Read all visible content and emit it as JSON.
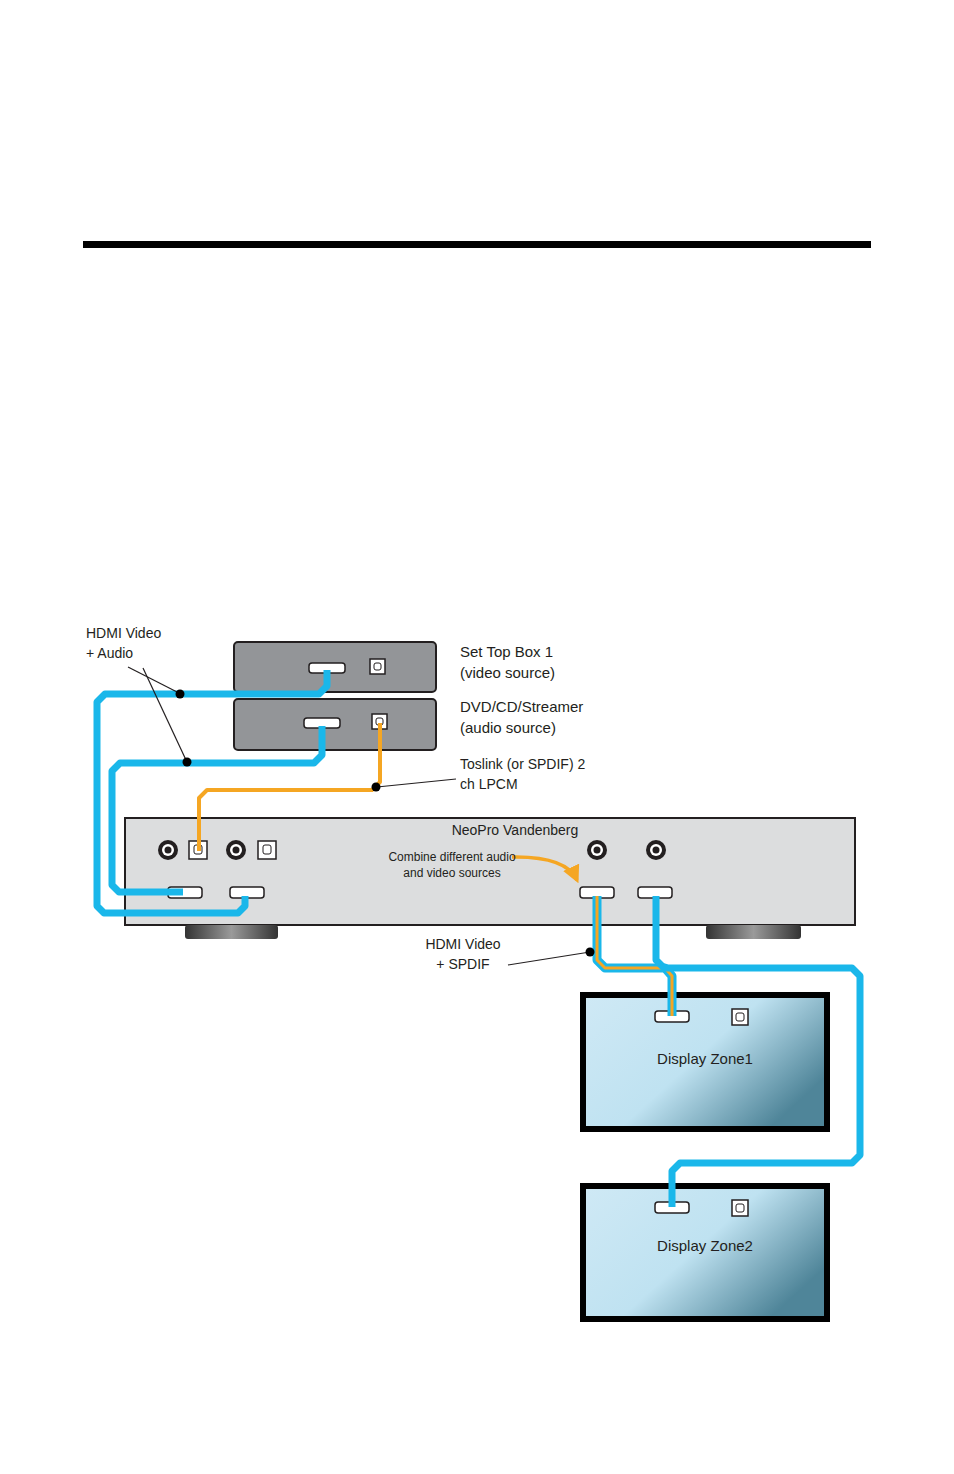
{
  "diagram": {
    "nodes": [
      {
        "text": [
          "Set Top Box 1 (video source)"
        ]
      },
      {
        "text": [
          "DVD/CD/Streamer (audio source)"
        ]
      },
      {
        "text": [
          "NeoPro Vandenberg",
          "Combine different audio and video sources"
        ]
      },
      {
        "text": [
          "Display Zone1"
        ]
      },
      {
        "text": [
          "Display Zone2"
        ]
      }
    ],
    "edges": [
      {
        "from": 0,
        "to": 2,
        "arrow": "none"
      },
      {
        "from": 1,
        "to": 2,
        "arrow": "none"
      },
      {
        "from": 1,
        "to": 2,
        "label": "Toslink (or SPDIF) 2 ch LPCM",
        "arrow": "none"
      },
      {
        "from": 2,
        "to": 3,
        "label": "HDMI Video + SPDIF",
        "arrow": "none"
      },
      {
        "from": 2,
        "to": 4,
        "arrow": "none"
      }
    ],
    "labels": [
      "HDMI Video + Audio"
    ]
  }
}
